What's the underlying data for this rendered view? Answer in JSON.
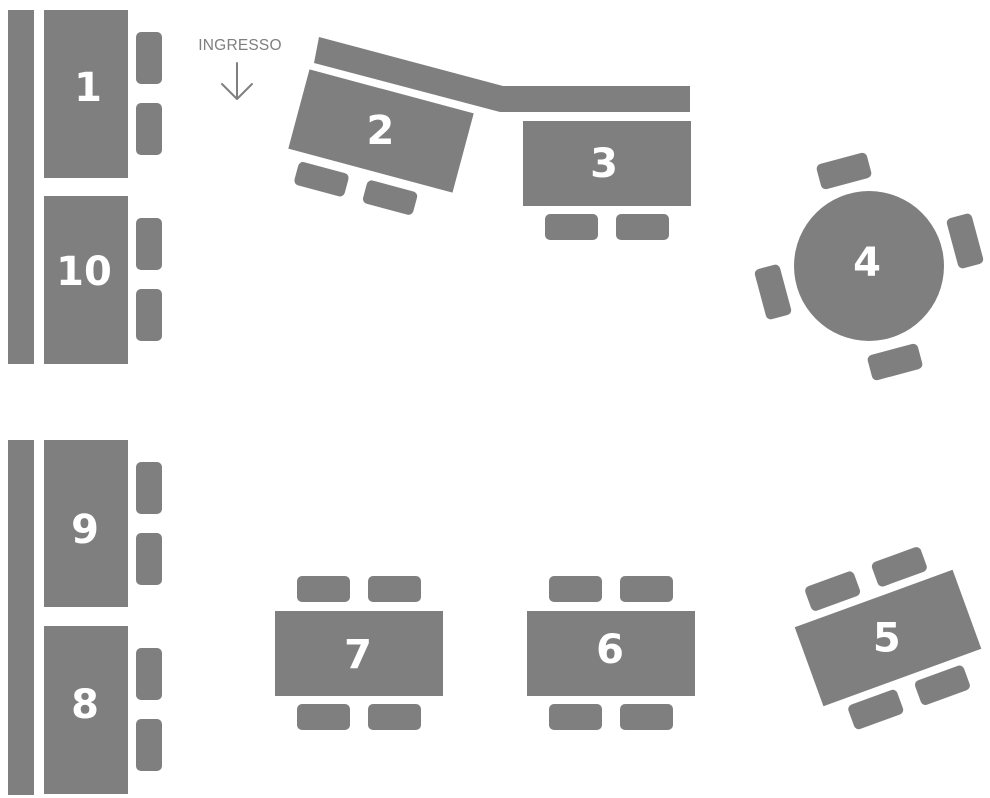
{
  "entrance": {
    "label": "INGRESSO"
  },
  "tables": [
    {
      "number": "1",
      "shape": "rectangle",
      "seats": 2
    },
    {
      "number": "2",
      "shape": "rectangle",
      "seats": 2
    },
    {
      "number": "3",
      "shape": "rectangle",
      "seats": 2
    },
    {
      "number": "4",
      "shape": "round",
      "seats": 4
    },
    {
      "number": "5",
      "shape": "rectangle",
      "seats": 4
    },
    {
      "number": "6",
      "shape": "rectangle",
      "seats": 4
    },
    {
      "number": "7",
      "shape": "rectangle",
      "seats": 4
    },
    {
      "number": "8",
      "shape": "rectangle",
      "seats": 2
    },
    {
      "number": "9",
      "shape": "rectangle",
      "seats": 2
    },
    {
      "number": "10",
      "shape": "rectangle",
      "seats": 2
    }
  ],
  "colors": {
    "furniture": "#7f7f7f",
    "label_text": "#ffffff",
    "background": "#ffffff"
  }
}
